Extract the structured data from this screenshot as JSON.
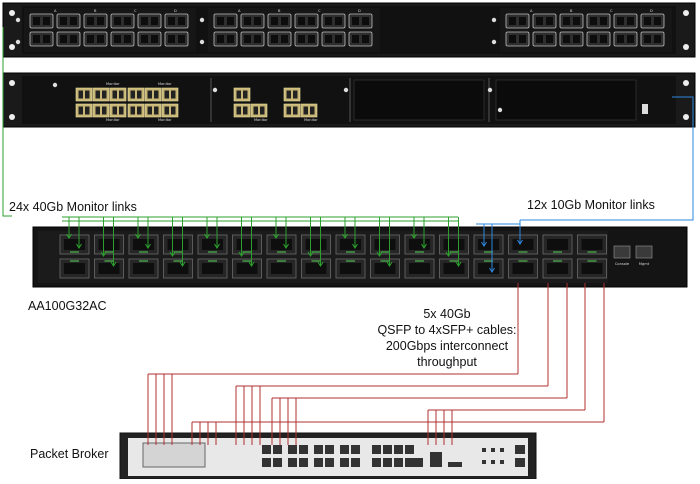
{
  "labels": {
    "left_links": "24x 40Gb Monitor links",
    "right_links": "12x 10Gb Monitor links",
    "switch_model": "AA100G32AC",
    "cables_line1": "5x 40Gb",
    "cables_line2": "QSFP to 4xSFP+ cables:",
    "cables_line3": "200Gbps interconnect",
    "cables_line4": "throughput",
    "packet_broker": "Packet Broker"
  },
  "panel_tags": {
    "monitor": "Monitor",
    "a": "A",
    "b": "B",
    "c": "C",
    "d": "D",
    "console": "Console",
    "mgmt": "Mgmt"
  },
  "colors": {
    "green_link": "#2ca02c",
    "blue_link": "#2e86de",
    "red_cable": "#b03030",
    "device_body": "#141414",
    "rack_ear": "#1c1c1c",
    "gold_port": "#c8b676"
  }
}
